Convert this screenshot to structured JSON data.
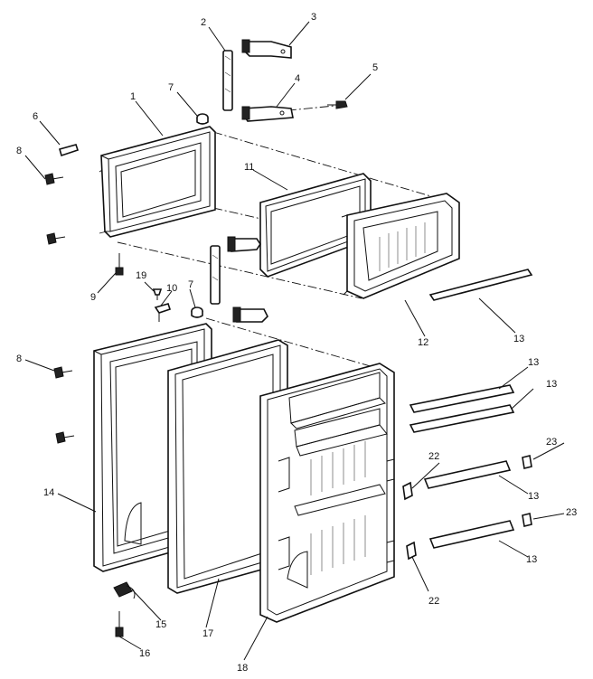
{
  "callouts": {
    "c1": "1",
    "c2": "2",
    "c3": "3",
    "c4": "4",
    "c5": "5",
    "c6": "6",
    "c7a": "7",
    "c7b": "7",
    "c8a": "8",
    "c8b": "8",
    "c9": "9",
    "c10": "10",
    "c11": "11",
    "c12": "12",
    "c13a": "13",
    "c13b": "13",
    "c13c": "13",
    "c13d": "13",
    "c13e": "13",
    "c14": "14",
    "c15": "15",
    "c16": "16",
    "c17": "17",
    "c18": "18",
    "c19": "19",
    "c22a": "22",
    "c22b": "22",
    "c23a": "23",
    "c23b": "23"
  }
}
